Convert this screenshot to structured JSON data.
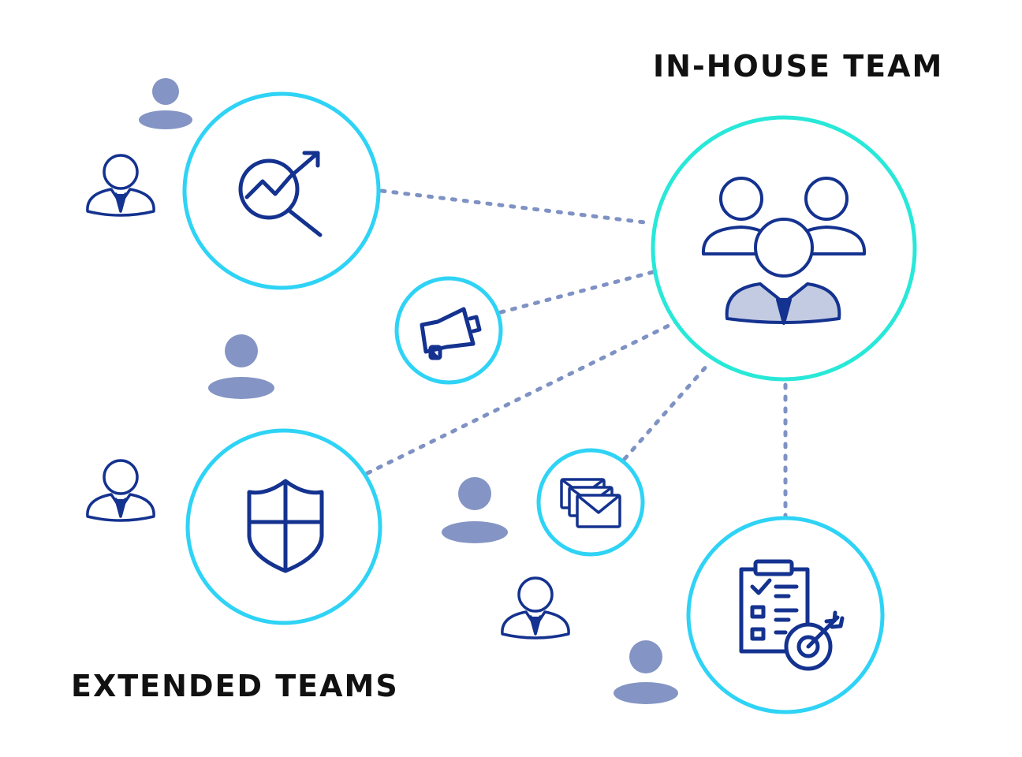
{
  "labels": {
    "in_house": "IN-HOUSE TEAM",
    "extended": "EXTENDED TEAMS"
  },
  "colors": {
    "circle_ring": "#2ed3f5",
    "hub_ring": "#28e8d8",
    "icon_navy": "#14328f",
    "connector": "#7f92c4",
    "person_fill": "#8494c4",
    "hub_body_fill": "#c3cbe2"
  },
  "nodes": [
    {
      "id": "analytics",
      "icon": "analytics-magnifier-icon"
    },
    {
      "id": "marketing",
      "icon": "megaphone-icon"
    },
    {
      "id": "security",
      "icon": "shield-icon"
    },
    {
      "id": "email",
      "icon": "envelopes-icon"
    },
    {
      "id": "planning",
      "icon": "checklist-target-icon"
    },
    {
      "id": "in-house",
      "icon": "team-group-icon"
    }
  ]
}
